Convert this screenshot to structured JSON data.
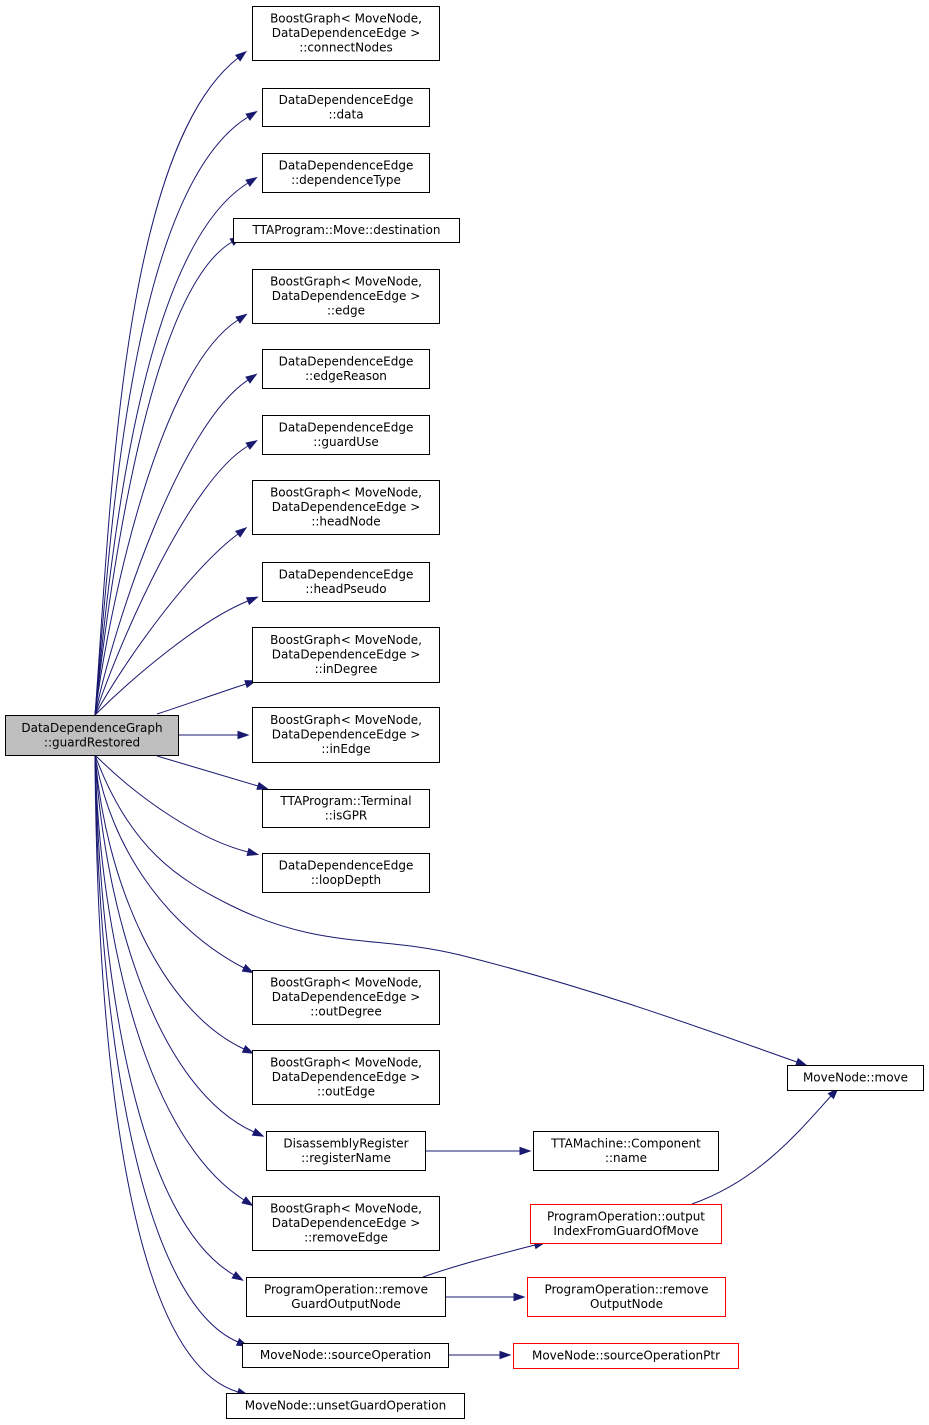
{
  "diagram": {
    "title": "",
    "edge_color": "#191970",
    "root_color": "#bfbfbf",
    "red_border_color": "#ff0000",
    "nodes": [
      {
        "id": "root",
        "lines": [
          "DataDependenceGraph",
          "::guardRestored"
        ],
        "style": "root"
      },
      {
        "id": "n1",
        "lines": [
          "BoostGraph< MoveNode,",
          "DataDependenceEdge >",
          "::connectNodes"
        ],
        "style": "normal"
      },
      {
        "id": "n2",
        "lines": [
          "DataDependenceEdge",
          "::data"
        ],
        "style": "normal"
      },
      {
        "id": "n3",
        "lines": [
          "DataDependenceEdge",
          "::dependenceType"
        ],
        "style": "normal"
      },
      {
        "id": "n4",
        "lines": [
          "TTAProgram::Move::destination"
        ],
        "style": "normal"
      },
      {
        "id": "n5",
        "lines": [
          "BoostGraph< MoveNode,",
          "DataDependenceEdge >",
          "::edge"
        ],
        "style": "normal"
      },
      {
        "id": "n6",
        "lines": [
          "DataDependenceEdge",
          "::edgeReason"
        ],
        "style": "normal"
      },
      {
        "id": "n7",
        "lines": [
          "DataDependenceEdge",
          "::guardUse"
        ],
        "style": "normal"
      },
      {
        "id": "n8",
        "lines": [
          "BoostGraph< MoveNode,",
          "DataDependenceEdge >",
          "::headNode"
        ],
        "style": "normal"
      },
      {
        "id": "n9",
        "lines": [
          "DataDependenceEdge",
          "::headPseudo"
        ],
        "style": "normal"
      },
      {
        "id": "n10",
        "lines": [
          "BoostGraph< MoveNode,",
          "DataDependenceEdge >",
          "::inDegree"
        ],
        "style": "normal"
      },
      {
        "id": "n11",
        "lines": [
          "BoostGraph< MoveNode,",
          "DataDependenceEdge >",
          "::inEdge"
        ],
        "style": "normal"
      },
      {
        "id": "n12",
        "lines": [
          "TTAProgram::Terminal",
          "::isGPR"
        ],
        "style": "normal"
      },
      {
        "id": "n13",
        "lines": [
          "DataDependenceEdge",
          "::loopDepth"
        ],
        "style": "normal"
      },
      {
        "id": "n14",
        "lines": [
          "BoostGraph< MoveNode,",
          "DataDependenceEdge >",
          "::outDegree"
        ],
        "style": "normal"
      },
      {
        "id": "n15",
        "lines": [
          "BoostGraph< MoveNode,",
          "DataDependenceEdge >",
          "::outEdge"
        ],
        "style": "normal"
      },
      {
        "id": "n16",
        "lines": [
          "DisassemblyRegister",
          "::registerName"
        ],
        "style": "normal"
      },
      {
        "id": "n17",
        "lines": [
          "BoostGraph< MoveNode,",
          "DataDependenceEdge >",
          "::removeEdge"
        ],
        "style": "normal"
      },
      {
        "id": "n18",
        "lines": [
          "ProgramOperation::remove",
          "GuardOutputNode"
        ],
        "style": "normal"
      },
      {
        "id": "n19",
        "lines": [
          "MoveNode::sourceOperation"
        ],
        "style": "normal"
      },
      {
        "id": "n20",
        "lines": [
          "MoveNode::unsetGuardOperation"
        ],
        "style": "normal"
      },
      {
        "id": "n21",
        "lines": [
          "MoveNode::move"
        ],
        "style": "normal"
      },
      {
        "id": "n22",
        "lines": [
          "TTAMachine::Component",
          "::name"
        ],
        "style": "normal"
      },
      {
        "id": "n23",
        "lines": [
          "ProgramOperation::output",
          "IndexFromGuardOfMove"
        ],
        "style": "red"
      },
      {
        "id": "n24",
        "lines": [
          "ProgramOperation::remove",
          "OutputNode"
        ],
        "style": "red"
      },
      {
        "id": "n25",
        "lines": [
          "MoveNode::sourceOperationPtr"
        ],
        "style": "red"
      }
    ],
    "edges": [
      {
        "from": "root",
        "to": "n1"
      },
      {
        "from": "root",
        "to": "n2"
      },
      {
        "from": "root",
        "to": "n3"
      },
      {
        "from": "root",
        "to": "n4"
      },
      {
        "from": "root",
        "to": "n5"
      },
      {
        "from": "root",
        "to": "n6"
      },
      {
        "from": "root",
        "to": "n7"
      },
      {
        "from": "root",
        "to": "n8"
      },
      {
        "from": "root",
        "to": "n9"
      },
      {
        "from": "root",
        "to": "n10"
      },
      {
        "from": "root",
        "to": "n11"
      },
      {
        "from": "root",
        "to": "n12"
      },
      {
        "from": "root",
        "to": "n13"
      },
      {
        "from": "root",
        "to": "n21"
      },
      {
        "from": "root",
        "to": "n14"
      },
      {
        "from": "root",
        "to": "n15"
      },
      {
        "from": "root",
        "to": "n16"
      },
      {
        "from": "root",
        "to": "n17"
      },
      {
        "from": "root",
        "to": "n18"
      },
      {
        "from": "root",
        "to": "n19"
      },
      {
        "from": "root",
        "to": "n20"
      },
      {
        "from": "n16",
        "to": "n22"
      },
      {
        "from": "n18",
        "to": "n23"
      },
      {
        "from": "n18",
        "to": "n24"
      },
      {
        "from": "n19",
        "to": "n25"
      },
      {
        "from": "n23",
        "to": "n21"
      }
    ]
  }
}
